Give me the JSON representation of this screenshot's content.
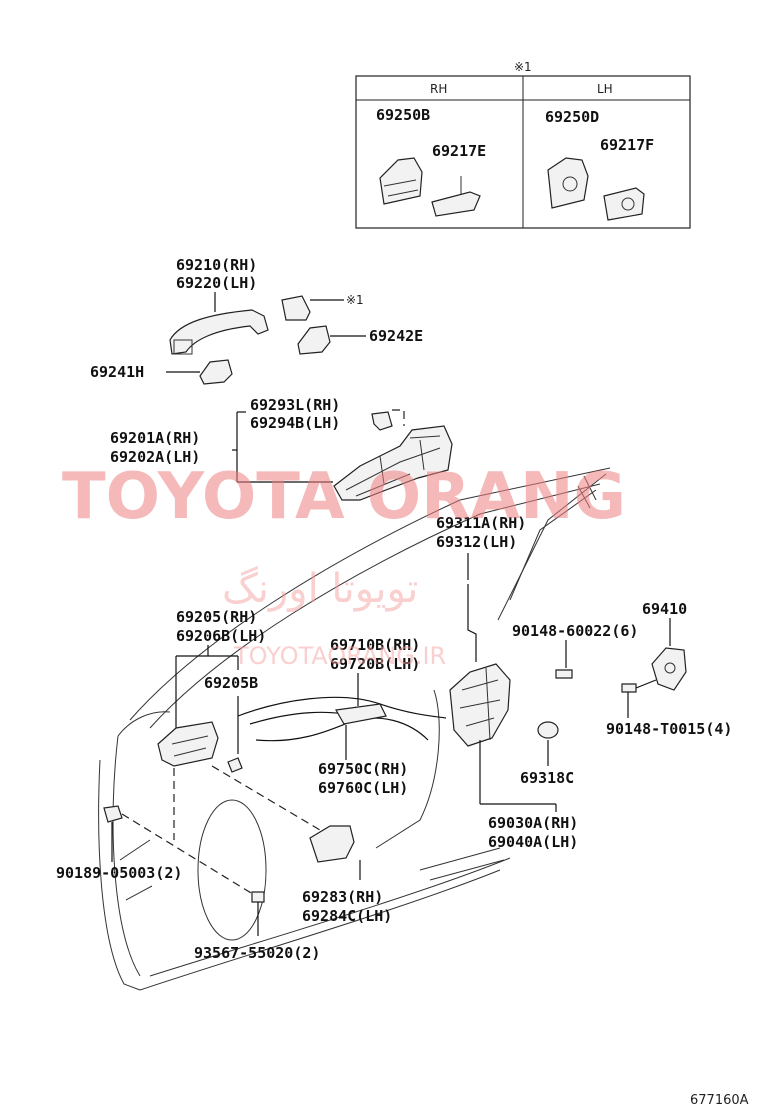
{
  "inset": {
    "note_mark": "※1",
    "col_rh": "RH",
    "col_lh": "LH",
    "rh_part_a": "69250B",
    "rh_part_b": "69217E",
    "lh_part_a": "69250D",
    "lh_part_b": "69217F"
  },
  "labels": {
    "outer_handle_rh": "69210(RH)",
    "outer_handle_lh": "69220(LH)",
    "note_ref": "※1",
    "pad_69242e": "69242E",
    "pad_69241h": "69241H",
    "frame_rh": "69293L(RH)",
    "frame_lh": "69294B(LH)",
    "frame_assy_rh": "69201A(RH)",
    "frame_assy_lh": "69202A(LH)",
    "rod_rh": "69311A(RH)",
    "rod_lh": "69312(LH)",
    "inner_handle_rh": "69205(RH)",
    "inner_handle_lh": "69206B(LH)",
    "inner_handle_sub": "69205B",
    "cable_rh": "69710B(RH)",
    "cable_lh": "69720B(LH)",
    "cable2_rh": "69750C(RH)",
    "cable2_lh": "69760C(LH)",
    "screw_90148_60022": "90148-60022(6)",
    "striker": "69410",
    "screw_90148_t0015": "90148-T0015(4)",
    "grommet": "69318C",
    "lock_rh": "69030A(RH)",
    "lock_lh": "69040A(LH)",
    "clip_90189": "90189-05003(2)",
    "cover_rh": "69283(RH)",
    "cover_lh": "69284C(LH)",
    "screw_93567": "93567-55020(2)",
    "figure_id": "677160A"
  },
  "watermark": {
    "main": "TOYOTA ORANG",
    "persian": "تویوتا اورنگ",
    "sub": "TOYOTAORANG.IR"
  }
}
